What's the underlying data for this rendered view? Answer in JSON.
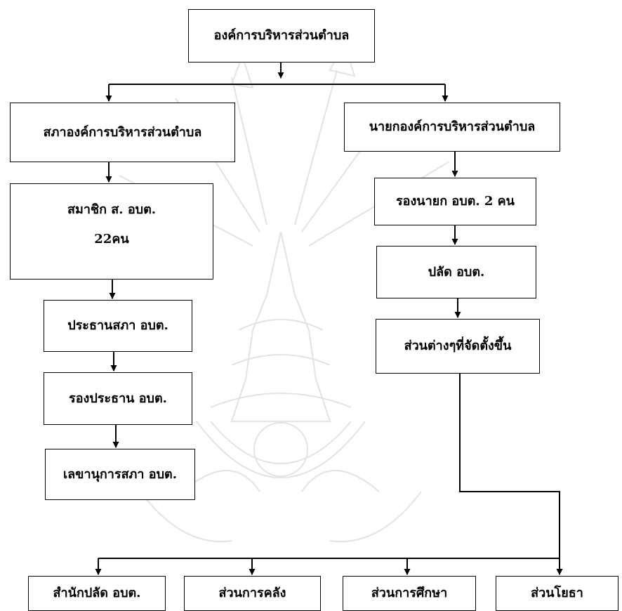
{
  "chart": {
    "root": "องค์การบริหารส่วนตำบล",
    "council": {
      "title": "สภาองค์การบริหารส่วนตำบล",
      "members_line1": "สมาชิก ส. อบต.",
      "members_line2": "22คน",
      "president": "ประธานสภา อบต.",
      "vice_president": "รองประธาน อบต.",
      "secretary": "เลขานุการสภา อบต."
    },
    "executive": {
      "title": "นายกองค์การบริหารส่วนตำบล",
      "deputies": "รองนายก อบต. 2 คน",
      "permanent_secretary": "ปลัด อบต.",
      "departments": "ส่วนต่างๆที่จัดตั้งขึ้น"
    },
    "departments": [
      "สำนักปลัด อบต.",
      "ส่วนการคลัง",
      "ส่วนการศึกษา",
      "ส่วนโยธา"
    ]
  },
  "colors": {
    "line": "#000000",
    "box_border": "#000000",
    "watermark": "#e3e3e3"
  }
}
